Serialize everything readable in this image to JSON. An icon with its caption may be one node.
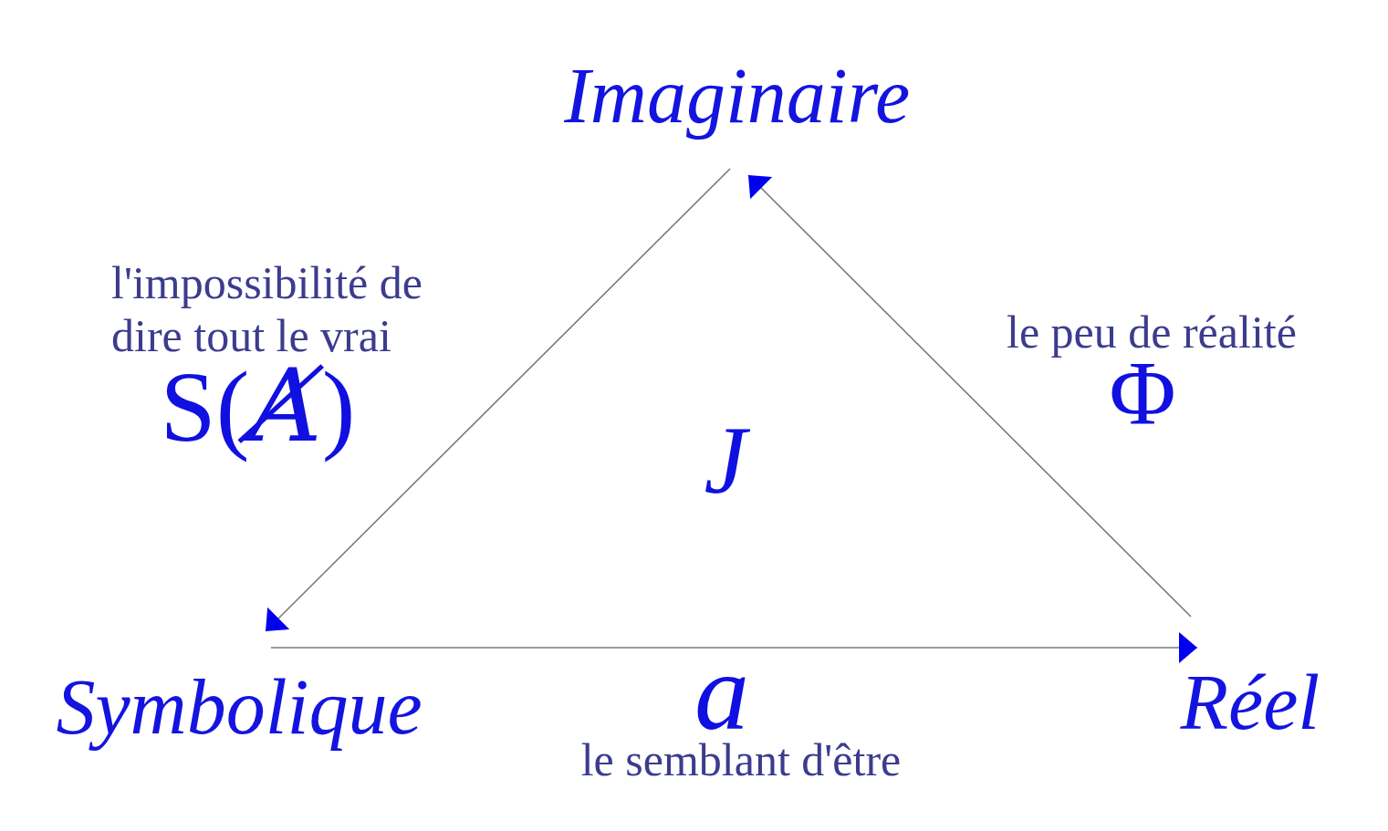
{
  "diagram": {
    "nodes": [
      {
        "text": [
          "Imaginaire"
        ]
      },
      {
        "text": [
          "Symbolique"
        ]
      },
      {
        "text": [
          "Réel"
        ]
      }
    ],
    "edges": [
      {
        "from": 0,
        "to": 1,
        "arrow": "to"
      },
      {
        "from": 1,
        "to": 2,
        "arrow": "to"
      },
      {
        "from": 2,
        "to": 0,
        "arrow": "to"
      }
    ],
    "labels": [
      "l'impossibilité de dire tout le vrai",
      "le peu de réalité",
      "S(*A̸*)",
      "Φ",
      "J",
      "a",
      "le semblant d'être"
    ]
  }
}
